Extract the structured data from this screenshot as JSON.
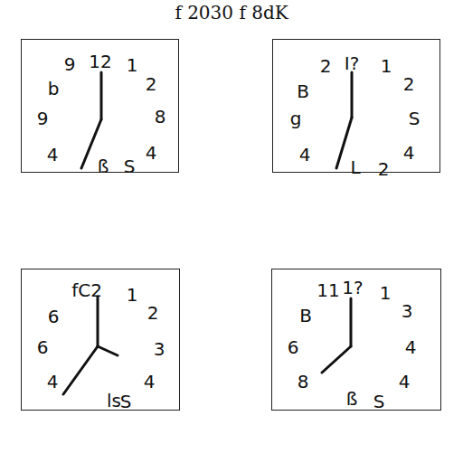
{
  "diagram": {
    "title": "f 2030 f 8dK",
    "nodes": [
      {
        "text": [
          "9",
          "12",
          "1",
          "b",
          "2",
          "9",
          "8",
          "4",
          "4",
          "ß",
          "S"
        ]
      },
      {
        "text": [
          "2",
          "I?",
          "1",
          "B",
          "2",
          "g",
          "S",
          "4",
          "L",
          "2",
          "4"
        ]
      },
      {
        "text": [
          "fC2",
          "1",
          "6",
          "2",
          "6",
          "3",
          "4",
          "4",
          "ls",
          "S"
        ]
      },
      {
        "text": [
          "11",
          "1?",
          "1",
          "B",
          "3",
          "6",
          "4",
          "8",
          "ß",
          "S",
          "4"
        ]
      }
    ]
  }
}
